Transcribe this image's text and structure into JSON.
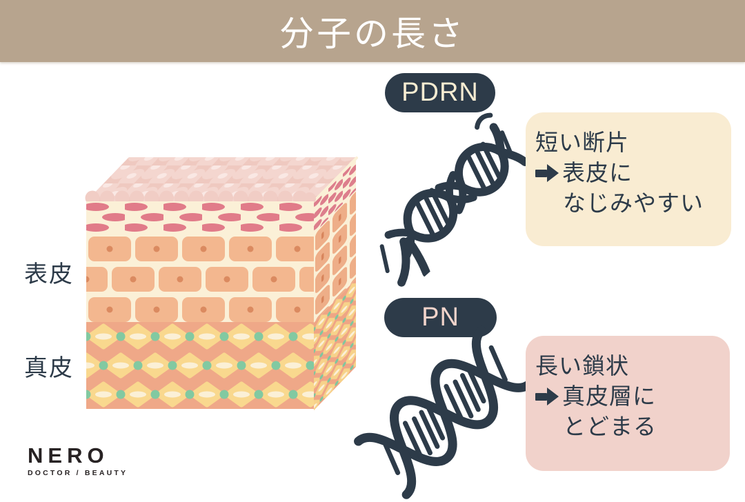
{
  "header": {
    "title": "分子の長さ"
  },
  "skin_diagram": {
    "epidermis_label": "表皮",
    "dermis_label": "真皮"
  },
  "pdrn_section": {
    "badge": "PDRN",
    "arrow_icon": "➡",
    "box": {
      "line1": "短い断片",
      "line2": "表皮に",
      "line3": "なじみやすい"
    }
  },
  "pn_section": {
    "badge": "PN",
    "arrow_icon": "➡",
    "box": {
      "line1": "長い鎖状",
      "line2": "真皮層に",
      "line3": "とどまる"
    }
  },
  "logo": {
    "brand": "NERO",
    "tagline": "DOCTOR / BEAUTY"
  },
  "colors": {
    "banner_bg": "#b7a48e",
    "navy": "#2d3b49",
    "cream_box_bg": "#f9ecd2",
    "pink_box_bg": "#f1d2cb",
    "pdrn_badge_text": "#f6ecd2",
    "pn_badge_text": "#f2d4cb",
    "skin_top": "#f3d1c9",
    "corneum_cell": "#e17b89",
    "epidermis_cell": "#f3b78f",
    "dermis_bg": "#efa888",
    "dermis_diamond": "#f9d88e",
    "dermis_dot": "#82c9a1"
  }
}
